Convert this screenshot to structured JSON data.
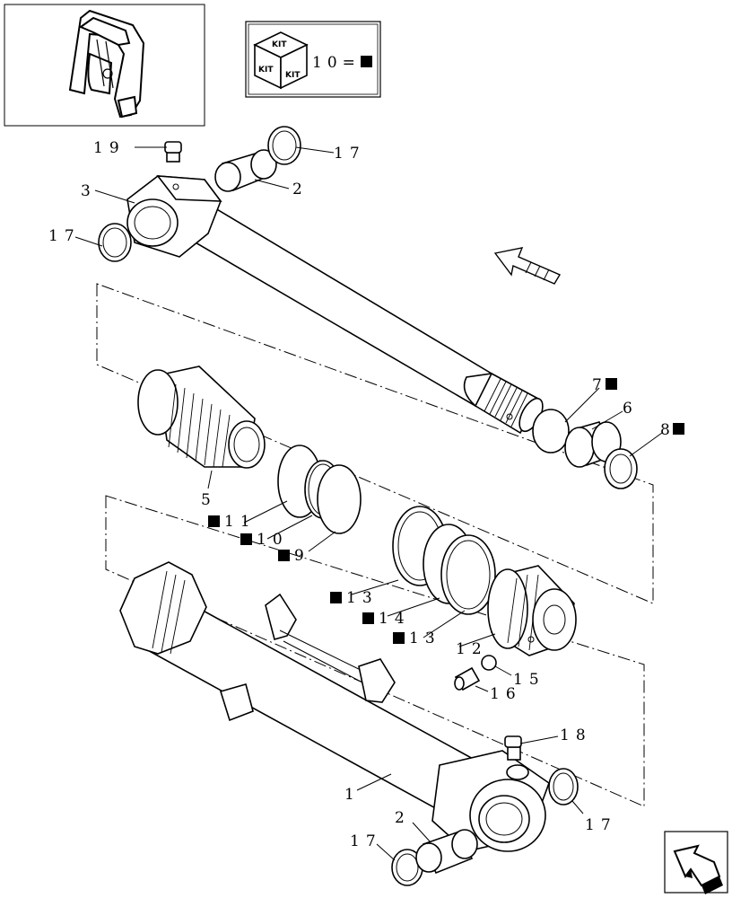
{
  "kit_box": {
    "word": "KIT",
    "number": "10=0"
  },
  "callouts": [
    {
      "id": "c19",
      "text": "19",
      "marker": false
    },
    {
      "id": "c17a",
      "text": "17",
      "marker": false
    },
    {
      "id": "c3",
      "text": "3",
      "marker": false
    },
    {
      "id": "c2a",
      "text": "2",
      "marker": false
    },
    {
      "id": "c17b",
      "text": "17",
      "marker": false
    },
    {
      "id": "c7",
      "text": "7",
      "marker": true
    },
    {
      "id": "c6",
      "text": "6",
      "marker": false
    },
    {
      "id": "c8",
      "text": "8",
      "marker": true
    },
    {
      "id": "c5",
      "text": "5",
      "marker": false
    },
    {
      "id": "c11",
      "text": "11",
      "marker": true
    },
    {
      "id": "c10",
      "text": "10",
      "marker": true
    },
    {
      "id": "c9",
      "text": "9",
      "marker": true
    },
    {
      "id": "c13a",
      "text": "13",
      "marker": true
    },
    {
      "id": "c14",
      "text": "14",
      "marker": true
    },
    {
      "id": "c13b",
      "text": "13",
      "marker": true
    },
    {
      "id": "c12",
      "text": "12",
      "marker": false
    },
    {
      "id": "c15",
      "text": "15",
      "marker": false
    },
    {
      "id": "c16",
      "text": "16",
      "marker": false
    },
    {
      "id": "c18",
      "text": "18",
      "marker": false
    },
    {
      "id": "c1",
      "text": "1",
      "marker": false
    },
    {
      "id": "c17c",
      "text": "17",
      "marker": false
    },
    {
      "id": "c2b",
      "text": "2",
      "marker": false
    },
    {
      "id": "c17d",
      "text": "17",
      "marker": false
    }
  ]
}
